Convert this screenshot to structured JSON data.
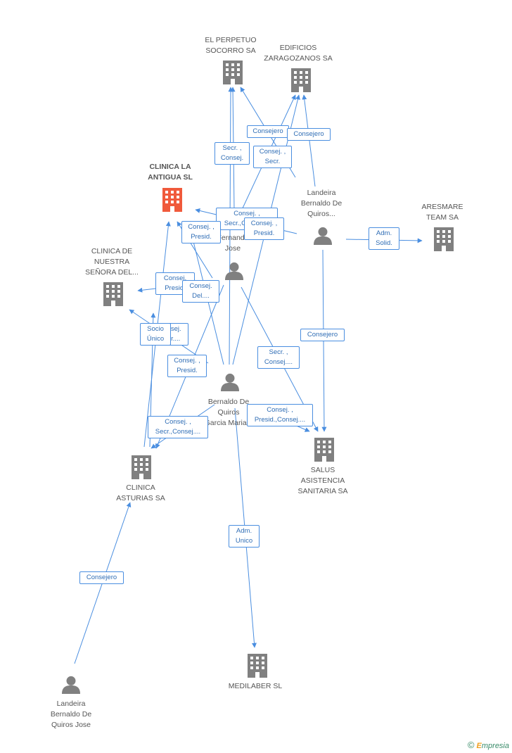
{
  "colors": {
    "edge": "#4a8ee0",
    "company": "#808080",
    "main_company": "#f05a3c",
    "person": "#808080"
  },
  "nodes": [
    {
      "id": "perpetuo",
      "type": "company",
      "lines": [
        "EL PERPETUO",
        "SOCORRO SA"
      ]
    },
    {
      "id": "edificios",
      "type": "company",
      "lines": [
        "EDIFICIOS",
        "ZARAGOZANOS SA"
      ]
    },
    {
      "id": "clinica_antigua",
      "type": "main",
      "lines": [
        "CLINICA LA",
        "ANTIGUA SL"
      ]
    },
    {
      "id": "aresmare",
      "type": "company",
      "lines": [
        "ARESMARE",
        "TEAM SA"
      ]
    },
    {
      "id": "clinica_nuestra",
      "type": "company",
      "lines": [
        "CLINICA DE",
        "NUESTRA",
        "SEÑORA DEL..."
      ]
    },
    {
      "id": "landeira_quiros",
      "type": "person",
      "lines": [
        "Landeira",
        "Bernaldo De",
        "Quiros..."
      ]
    },
    {
      "id": "fernando",
      "type": "person",
      "lines": [
        "Fernando",
        "Jose"
      ]
    },
    {
      "id": "bernaldo_garcia",
      "type": "person",
      "lines": [
        "Bernaldo De",
        "Quiros",
        "Garcia Maria..."
      ]
    },
    {
      "id": "salus",
      "type": "company",
      "lines": [
        "SALUS",
        "ASISTENCIA",
        "SANITARIA SA"
      ]
    },
    {
      "id": "clinica_asturias",
      "type": "company",
      "lines": [
        "CLINICA",
        "ASTURIAS SA"
      ]
    },
    {
      "id": "medilaber",
      "type": "company",
      "lines": [
        "MEDILABER SL"
      ]
    },
    {
      "id": "landeira_jose",
      "type": "person",
      "lines": [
        "Landeira",
        "Bernaldo De",
        "Quiros Jose"
      ]
    }
  ],
  "edge_labels": [
    {
      "id": "l1",
      "lines": [
        "Consejero"
      ]
    },
    {
      "id": "l2",
      "lines": [
        "Consejero"
      ]
    },
    {
      "id": "l3",
      "lines": [
        "Secr. ,",
        "Consej."
      ]
    },
    {
      "id": "l4",
      "lines": [
        "Consej. ,",
        "Secr."
      ]
    },
    {
      "id": "l5",
      "lines": [
        "Consej. ,",
        "Secr.,Consej...."
      ]
    },
    {
      "id": "l6",
      "lines": [
        "Consej. ,",
        "Presid."
      ]
    },
    {
      "id": "l7",
      "lines": [
        "Consej. ,",
        "Presid."
      ]
    },
    {
      "id": "l8",
      "lines": [
        "Adm.",
        "Solid."
      ]
    },
    {
      "id": "l9",
      "lines": [
        "Consej.",
        "Presid."
      ]
    },
    {
      "id": "l10",
      "lines": [
        "Consej.",
        "Del...."
      ]
    },
    {
      "id": "l11",
      "lines": [
        "Consej.",
        "Secr...."
      ]
    },
    {
      "id": "l12",
      "lines": [
        "Socio",
        "Único"
      ]
    },
    {
      "id": "l13",
      "lines": [
        "Consejero"
      ]
    },
    {
      "id": "l14",
      "lines": [
        "Secr. ,",
        "Consej...."
      ]
    },
    {
      "id": "l15",
      "lines": [
        "Consej. ,",
        "Presid."
      ]
    },
    {
      "id": "l16",
      "lines": [
        "Consej. ,",
        "Presid.,Consej...."
      ]
    },
    {
      "id": "l17",
      "lines": [
        "Consej. ,",
        "Secr.,Consej...."
      ]
    },
    {
      "id": "l18",
      "lines": [
        "Adm.",
        "Unico"
      ]
    },
    {
      "id": "l19",
      "lines": [
        "Consejero"
      ]
    }
  ],
  "footer": {
    "copyright": "©",
    "brand_initial": "E",
    "brand_rest": "mpresia"
  }
}
